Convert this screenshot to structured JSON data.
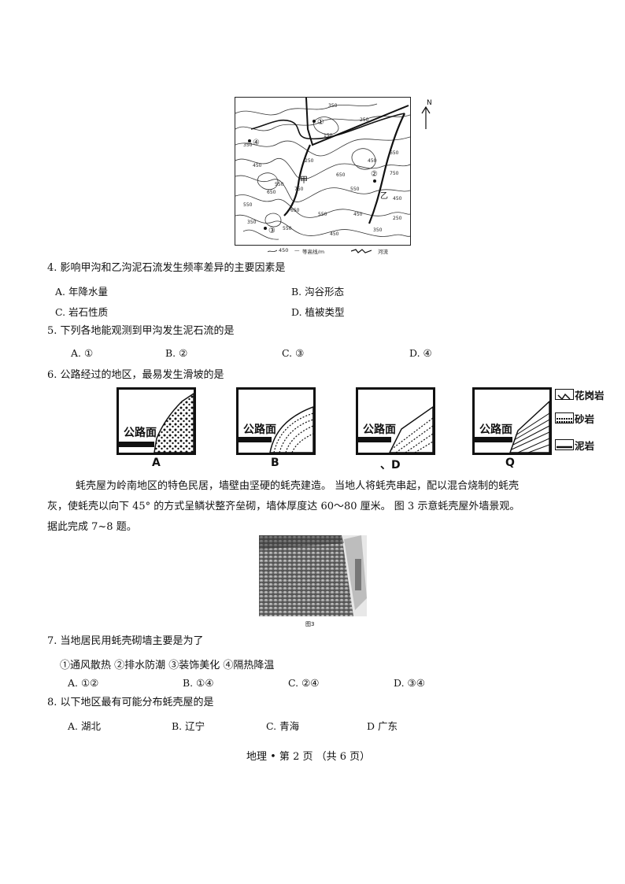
{
  "map_figure": {
    "contour_labels": [
      "350",
      "250",
      "150",
      "250",
      "450",
      "550",
      "650",
      "750",
      "650",
      "750",
      "650",
      "550",
      "450",
      "350",
      "450",
      "550",
      "650",
      "550",
      "450",
      "550",
      "350",
      "250",
      "350",
      "450"
    ],
    "gully_jia": "甲",
    "gully_yi": "乙",
    "points": [
      "①",
      "②",
      "③",
      "④"
    ],
    "north": "N",
    "legend_contour_value": "450",
    "legend_contour": "等高线/m",
    "legend_river": "河流"
  },
  "q4": {
    "stem": "4. 影响甲沟和乙沟泥石流发生频率差异的主要因素是",
    "options": [
      "A. 年降水量",
      "B. 沟谷形态",
      "C. 岩石性质",
      "D. 植被类型"
    ]
  },
  "q5": {
    "stem": "5. 下列各地能观测到甲沟发生泥石流的是",
    "options": [
      "A. ①",
      "B. ②",
      "C. ③",
      "D. ④"
    ]
  },
  "q6": {
    "stem": "6. 公路经过的地区，最易发生滑坡的是",
    "road_label": "公路面",
    "panel_labels": [
      "A",
      "B",
      "、D",
      "Q"
    ],
    "legend": [
      "花岗岩",
      "砂岩",
      "泥岩"
    ]
  },
  "passage": {
    "line1": "蚝壳屋为岭南地区的特色民居，墙壁由坚硬的蚝壳建造。 当地人将蚝壳串起，配以混合烧制的蚝壳",
    "line2": "灰，使蚝壳以向下 45° 的方式呈鳞状整齐垒砌，墙体厚度达 60～80 厘米。 图 3 示意蚝壳屋外墙景观。",
    "line3": "据此完成 7~8 题。",
    "fig_caption": "图3"
  },
  "q7": {
    "stem": "7. 当地居民用蚝壳砌墙主要是为了",
    "choices": "①通风散热 ②排水防潮 ③装饰美化 ④隔热降温",
    "options": [
      "A. ①②",
      "B. ①④",
      "C. ②④",
      "D. ③④"
    ]
  },
  "q8": {
    "stem": "8. 以下地区最有可能分布蚝壳屋的是",
    "options": [
      "A. 湖北",
      "B. 辽宁",
      "C. 青海",
      "D 广东"
    ]
  },
  "footer": "地理 • 第 2 页 （共 6 页）"
}
